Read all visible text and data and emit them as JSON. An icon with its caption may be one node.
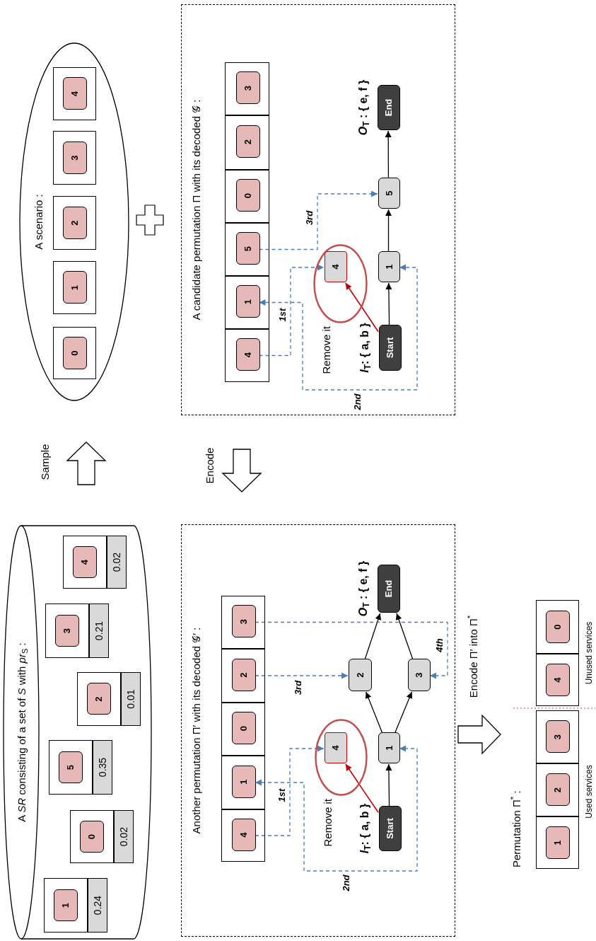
{
  "diagram": {
    "nodes": [
      {
        "text": [
          "A *SR* consisting of a set of *S* with *pr*$_{S}$ :"
        ]
      },
      {
        "text": [
          "1"
        ],
        "in": 0
      },
      {
        "text": [
          "0.24"
        ],
        "in": 0
      },
      {
        "text": [
          "0"
        ],
        "in": 0
      },
      {
        "text": [
          "0.02"
        ],
        "in": 0
      },
      {
        "text": [
          "5"
        ],
        "in": 0
      },
      {
        "text": [
          "0.35"
        ],
        "in": 0
      },
      {
        "text": [
          "2"
        ],
        "in": 0
      },
      {
        "text": [
          "0.01"
        ],
        "in": 0
      },
      {
        "text": [
          "3"
        ],
        "in": 0
      },
      {
        "text": [
          "0.21"
        ],
        "in": 0
      },
      {
        "text": [
          "4"
        ],
        "in": 0
      },
      {
        "text": [
          "0.02"
        ],
        "in": 0
      },
      {
        "text": [
          "A scenario :"
        ]
      },
      {
        "text": [
          "0"
        ],
        "in": 13
      },
      {
        "text": [
          "1"
        ],
        "in": 13
      },
      {
        "text": [
          "2"
        ],
        "in": 13
      },
      {
        "text": [
          "3"
        ],
        "in": 13
      },
      {
        "text": [
          "4"
        ],
        "in": 13
      },
      {
        "text": [
          "A candidate permutation Π with its decoded 𝒢 :"
        ]
      },
      {
        "text": [
          "4"
        ],
        "in": 19
      },
      {
        "text": [
          "1"
        ],
        "in": 19
      },
      {
        "text": [
          "5"
        ],
        "in": 19
      },
      {
        "text": [
          "0"
        ],
        "in": 19
      },
      {
        "text": [
          "2"
        ],
        "in": 19
      },
      {
        "text": [
          "3"
        ],
        "in": 19
      },
      {
        "text": [
          "Start"
        ],
        "in": 19,
        "beside": [
          "*I*$_{T}$: { a, b }"
        ]
      },
      {
        "text": [
          "Remove it"
        ],
        "in": 19
      },
      {
        "text": [
          "4"
        ],
        "in": 27
      },
      {
        "text": [
          "1"
        ],
        "in": 19
      },
      {
        "text": [
          "5"
        ],
        "in": 19
      },
      {
        "text": [
          "End"
        ],
        "in": 19,
        "beside": [
          "*O*$_{T}$ : { e, f }"
        ]
      },
      {
        "text": [
          "Another permutation Π′ with its decoded 𝒢′ :"
        ]
      },
      {
        "text": [
          "4"
        ],
        "in": 32
      },
      {
        "text": [
          "1"
        ],
        "in": 32
      },
      {
        "text": [
          "0"
        ],
        "in": 32
      },
      {
        "text": [
          "2"
        ],
        "in": 32
      },
      {
        "text": [
          "3"
        ],
        "in": 32
      },
      {
        "text": [
          "Start"
        ],
        "in": 32,
        "beside": [
          "*I*$_{T}$: { a, b }"
        ]
      },
      {
        "text": [
          "Remove it"
        ],
        "in": 32
      },
      {
        "text": [
          "4"
        ],
        "in": 39
      },
      {
        "text": [
          "1"
        ],
        "in": 32
      },
      {
        "text": [
          "2"
        ],
        "in": 32
      },
      {
        "text": [
          "3"
        ],
        "in": 32
      },
      {
        "text": [
          "End"
        ],
        "in": 32,
        "beside": [
          "*O*$_{T}$ : { e, f }"
        ]
      },
      {
        "text": [
          "Permutation Π$^{*}$ :"
        ]
      },
      {
        "text": [
          "1"
        ],
        "in": 45
      },
      {
        "text": [
          "2"
        ],
        "in": 45
      },
      {
        "text": [
          "3"
        ],
        "in": 45
      },
      {
        "text": [
          "4"
        ],
        "in": 45
      },
      {
        "text": [
          "0"
        ],
        "in": 45
      }
    ],
    "edges": [
      {
        "from": 0,
        "to": 13,
        "arrow": "to",
        "label": "Sample",
        "style": "thick"
      },
      {
        "from": 19,
        "to": 32,
        "arrow": "to",
        "label": "Encode",
        "style": "thick"
      },
      {
        "from": 32,
        "to": 45,
        "arrow": "to",
        "label": "Encode Π′ into Π$^{*}$",
        "style": "thick"
      },
      {
        "from": 26,
        "to": 29,
        "arrow": "to"
      },
      {
        "from": 29,
        "to": 30,
        "arrow": "to"
      },
      {
        "from": 30,
        "to": 31,
        "arrow": "to"
      },
      {
        "from": 26,
        "to": 28,
        "arrow": "to",
        "color": "#c00000"
      },
      {
        "from": 20,
        "to": 28,
        "arrow": "to",
        "label": "1st",
        "style": "dashed",
        "color": "#4a7ebb"
      },
      {
        "from": 21,
        "to": 29,
        "arrow": "both",
        "label": "2nd",
        "style": "dashed",
        "color": "#4a7ebb"
      },
      {
        "from": 22,
        "to": 30,
        "arrow": "to",
        "label": "3rd",
        "style": "dashed",
        "color": "#4a7ebb"
      },
      {
        "from": 38,
        "to": 41,
        "arrow": "to"
      },
      {
        "from": 41,
        "to": 42,
        "arrow": "to"
      },
      {
        "from": 41,
        "to": 43,
        "arrow": "to"
      },
      {
        "from": 42,
        "to": 44,
        "arrow": "to"
      },
      {
        "from": 43,
        "to": 44,
        "arrow": "to"
      },
      {
        "from": 38,
        "to": 40,
        "arrow": "to",
        "color": "#c00000"
      },
      {
        "from": 33,
        "to": 40,
        "arrow": "to",
        "label": "1st",
        "style": "dashed",
        "color": "#4a7ebb"
      },
      {
        "from": 34,
        "to": 41,
        "arrow": "both",
        "label": "2nd",
        "style": "dashed",
        "color": "#4a7ebb"
      },
      {
        "from": 36,
        "to": 42,
        "arrow": "to",
        "label": "3rd",
        "style": "dashed",
        "color": "#4a7ebb"
      },
      {
        "from": 37,
        "to": 43,
        "arrow": "to",
        "label": "4th",
        "style": "dashed",
        "color": "#4a7ebb"
      }
    ],
    "labels": [
      "Used services",
      "Unused services"
    ]
  }
}
